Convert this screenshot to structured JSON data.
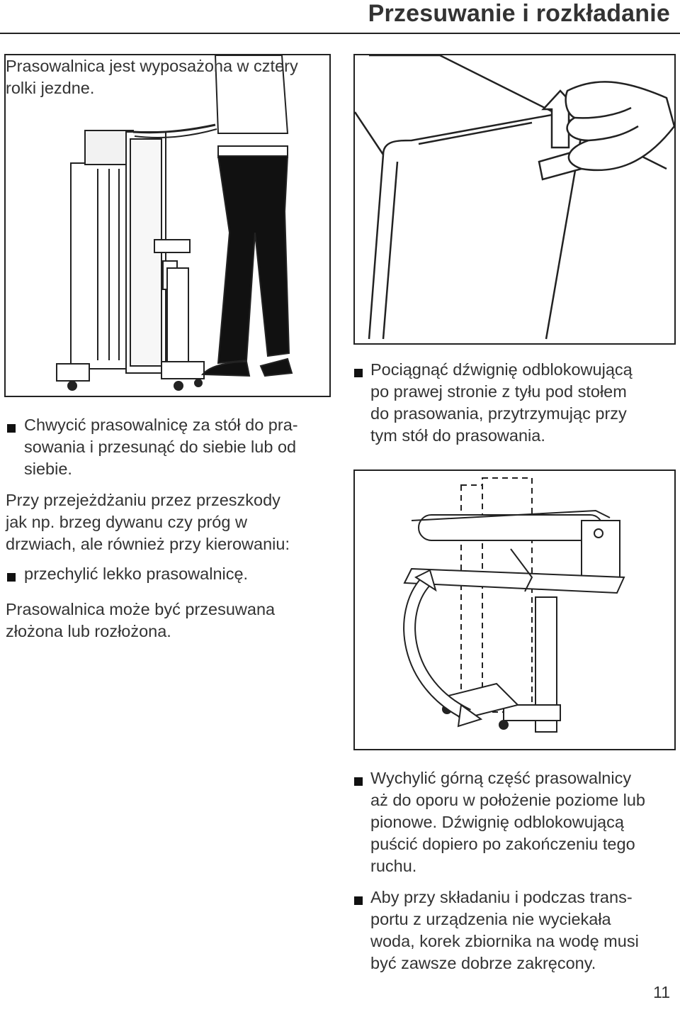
{
  "header": {
    "title": "Przesuwanie i rozkładanie"
  },
  "left": {
    "intro": "Prasowalnica jest wyposażona w cztery\nrolki jezdne.",
    "step1": "Chwycić prasowalnicę za stół do pra-\nsowania i przesunąć do siebie lub od\nsiebie.",
    "obstacles": "Przy przejeżdżaniu przez przeszkody\njak np. brzeg dywanu czy próg w\ndrzwiach, ale również przy kierowaniu:",
    "step2": "przechylić lekko prasowalnicę.",
    "note": "Prasowalnica może być przesuwana\nzłożona lub rozłożona."
  },
  "right": {
    "step_lever": "Pociągnąć dźwignię odblokowującą\npo prawej stronie z tyłu pod stołem\ndo prasowania, przytrzymując przy\ntym stół do prasowania.",
    "step_tilt": "Wychylić górną część prasowalnicy\naż do oporu w położenie poziome lub\npionowe. Dźwignię odblokowującą\npuścić dopiero po zakończeniu tego\nruchu.",
    "step_cap": "Aby przy składaniu i podczas trans-\nportu z urządzenia nie wyciekała\nwoda, korek zbiornika na wodę musi\nbyć zawsze dobrze zakręcony."
  },
  "footer": {
    "page_number": "11"
  }
}
